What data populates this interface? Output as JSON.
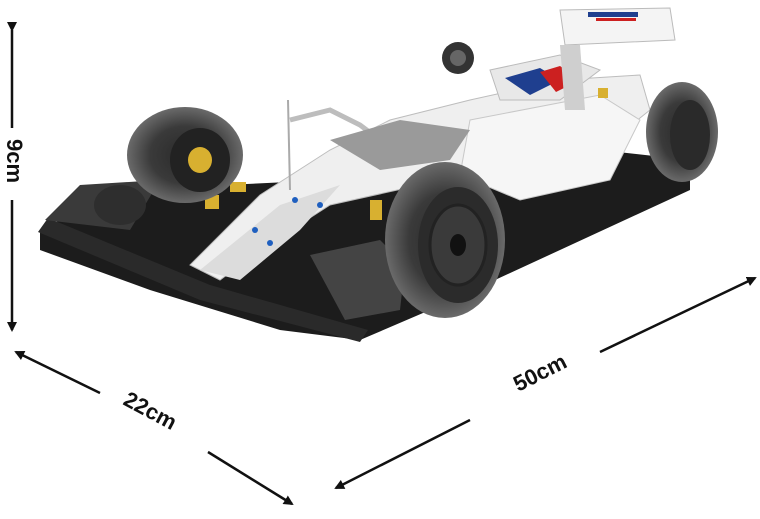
{
  "product": {
    "description_visible": false
  },
  "dimensions": {
    "height_label": "9cm",
    "width_label": "22cm",
    "length_label": "50cm"
  },
  "colors": {
    "body_white": "#f2f2f2",
    "chassis_black": "#1c1c1c",
    "tire_gray": "#555555",
    "accent_blue": "#1f3f8f",
    "accent_red": "#cc2020",
    "accent_yellow": "#d8b030",
    "arrow_black": "#111111"
  },
  "icons": [
    "formula-car-model",
    "dimension-arrow"
  ]
}
